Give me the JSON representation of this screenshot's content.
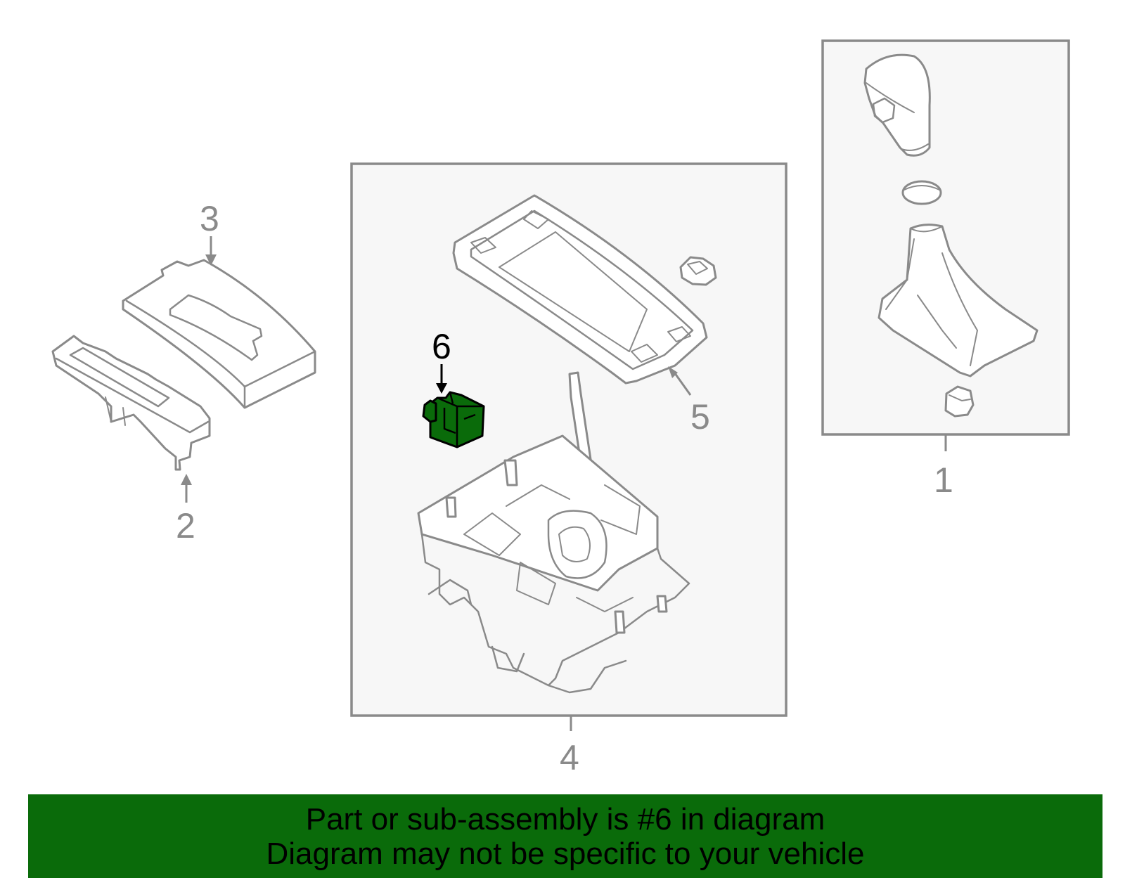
{
  "callouts": {
    "c1": "1",
    "c2": "2",
    "c3": "3",
    "c4": "4",
    "c5": "5",
    "c6": "6"
  },
  "highlighted_part": "6",
  "colors": {
    "highlight": "#0a6b0a",
    "banner_background": "#0a6b0a",
    "line_art": "#8a8a8a",
    "box_fill": "#f7f7f7"
  },
  "banner": {
    "line1": "Part or sub-assembly is #6 in diagram",
    "line2": "Diagram may not be specific to your vehicle"
  }
}
